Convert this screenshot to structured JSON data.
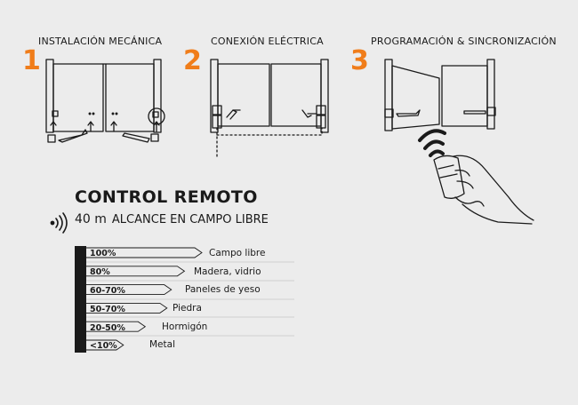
{
  "steps": [
    {
      "number": "1",
      "title": "INSTALACIÓN MECÁNICA"
    },
    {
      "number": "2",
      "title": "CONEXIÓN ELÉCTRICA"
    },
    {
      "number": "3",
      "title": "PROGRAMACIÓN & SINCRONIZACIÓN"
    }
  ],
  "remote": {
    "title": "CONTROL REMOTO",
    "range_value": "40 m",
    "range_text": "ALCANCE EN CAMPO LIBRE"
  },
  "range_table": {
    "rows": [
      {
        "percent": "100%",
        "label": "Campo libre",
        "fraction": 1.0
      },
      {
        "percent": "80%",
        "label": "Madera, vidrio",
        "fraction": 0.8
      },
      {
        "percent": "60-70%",
        "label": "Paneles de yeso",
        "fraction": 0.65
      },
      {
        "percent": "50-70%",
        "label": "Piedra",
        "fraction": 0.6
      },
      {
        "percent": "20-50%",
        "label": "Hormigón",
        "fraction": 0.35
      },
      {
        "percent": "<10%",
        "label": "Metal",
        "fraction": 0.1
      }
    ]
  },
  "colors": {
    "accent": "#f07d1a",
    "ink": "#1a1a1a",
    "background": "#ececec"
  }
}
